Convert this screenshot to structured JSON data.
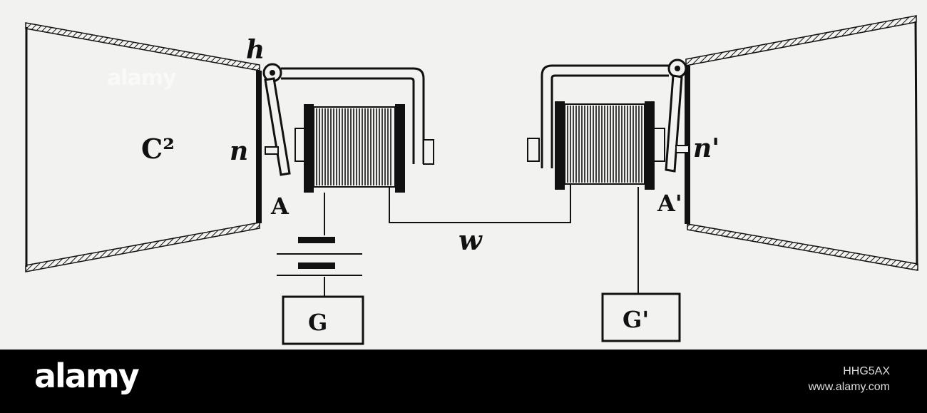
{
  "labels": {
    "h": "h",
    "c2": "C²",
    "n": "n",
    "a": "A",
    "w": "w",
    "n1": "n'",
    "a1": "A'",
    "g": "G",
    "g1": "G'"
  },
  "watermark": "alamy",
  "footer": {
    "logo": "alamy",
    "image_id": "HHG5AX",
    "site": "www.alamy.com"
  }
}
